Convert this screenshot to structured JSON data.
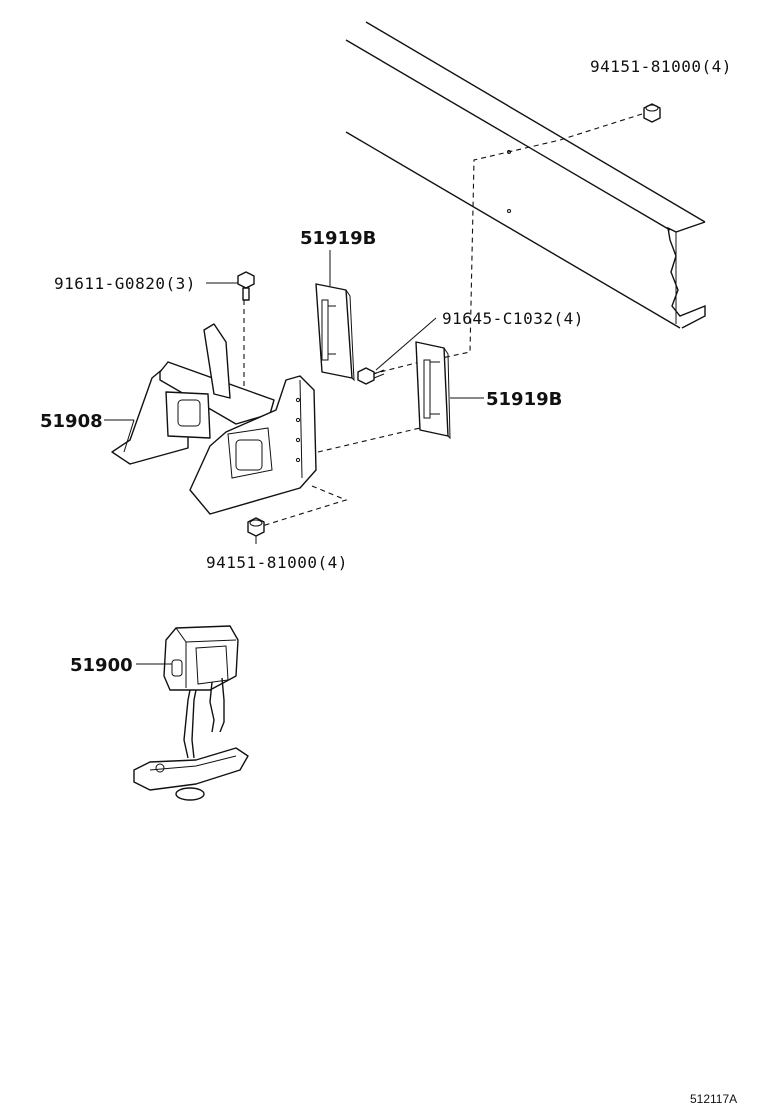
{
  "labels": {
    "nut_top": "94151-81000(4)",
    "plate_upper": "51919B",
    "bolt_left": "91611-G0820(3)",
    "bolt_mid": "91645-C1032(4)",
    "plate_lower": "51919B",
    "bracket": "51908",
    "nut_bottom": "94151-81000(4)",
    "carrier": "51900"
  },
  "figure_ref": "512117A"
}
